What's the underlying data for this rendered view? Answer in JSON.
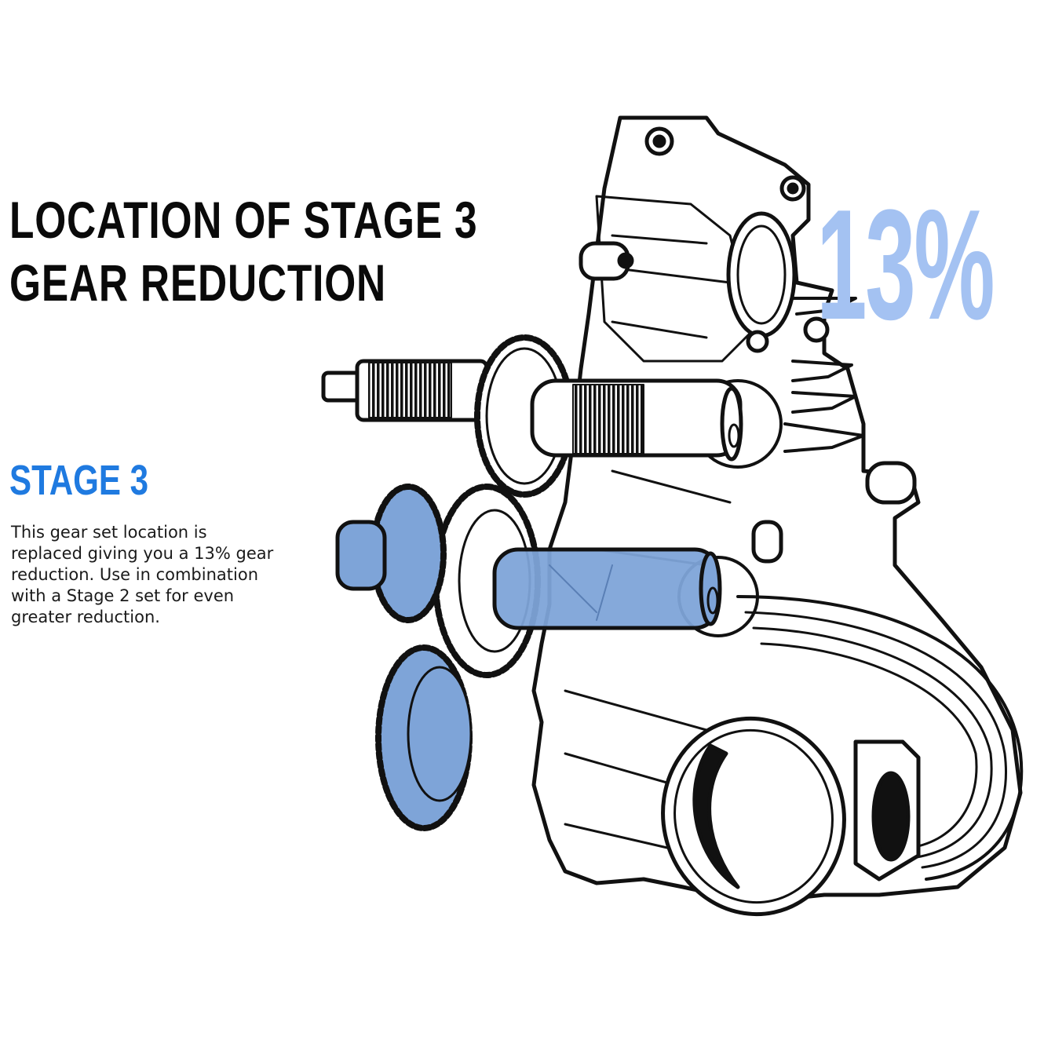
{
  "header": {
    "title_line1": "LOCATION OF STAGE 3",
    "title_line2": "GEAR REDUCTION"
  },
  "callout": {
    "percentage": "13%",
    "color": "#a4c2f2"
  },
  "stage": {
    "heading": "STAGE 3",
    "heading_color": "#1f7ae0",
    "description_lines": [
      "This gear set location is",
      "replaced giving you a 13% gear",
      "reduction. Use in combination",
      "with a Stage 2 set for even",
      "greater reduction."
    ]
  },
  "illustration": {
    "subject": "transfer-case-gearbox-line-drawing",
    "highlight_color": "#7ea4d8",
    "highlighted_parts": [
      "stage-3-gear-set",
      "output-shaft"
    ]
  }
}
